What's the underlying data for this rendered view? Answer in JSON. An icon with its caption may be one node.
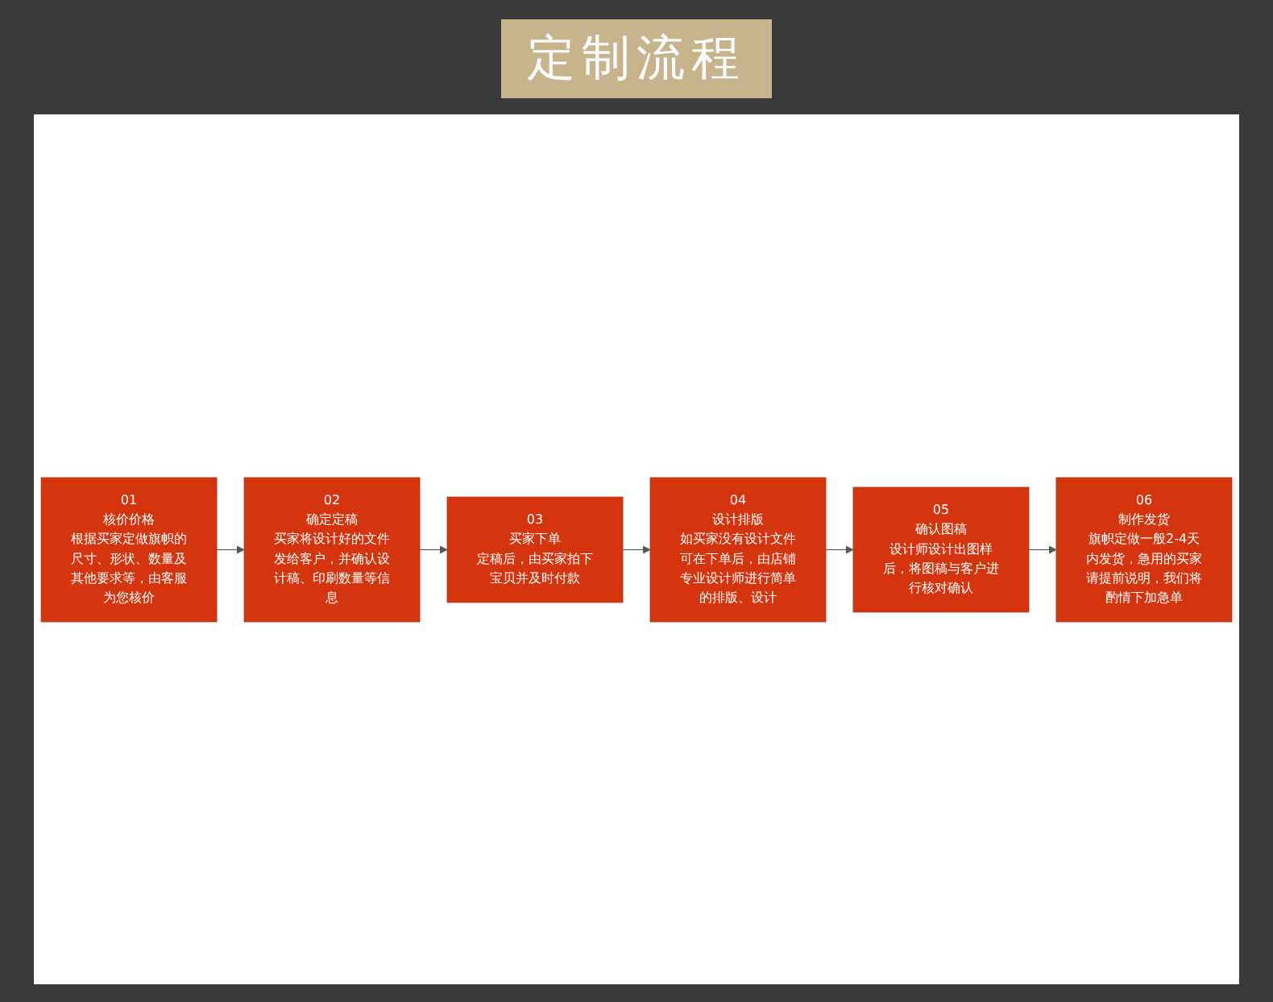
{
  "diagram": {
    "title": "定制流程",
    "nodes": [
      {
        "text": [
          "01",
          "核价价格",
          "根据买家定做旗帜的尺寸、形状、数量及其他要求等，由客服为您核价"
        ]
      },
      {
        "text": [
          "02",
          "确定定稿",
          "买家将设计好的文件发给客户，并确认设计稿、印刷数量等信息"
        ]
      },
      {
        "text": [
          "03",
          "买家下单",
          "定稿后，由买家拍下宝贝并及时付款"
        ]
      },
      {
        "text": [
          "04",
          "设计排版",
          "如买家没有设计文件可在下单后，由店铺专业设计师进行简单的排版、设计"
        ]
      },
      {
        "text": [
          "05",
          "确认图稿",
          "设计师设计出图样后，将图稿与客户进行核对确认"
        ]
      },
      {
        "text": [
          "06",
          "制作发货",
          "旗帜定做一般2-4天内发货，急用的买家请提前说明，我们将酌情下加急单"
        ]
      }
    ],
    "edges": [
      {
        "from": 0,
        "to": 1,
        "arrow": "to"
      },
      {
        "from": 1,
        "to": 2,
        "arrow": "to"
      },
      {
        "from": 2,
        "to": 3,
        "arrow": "to"
      },
      {
        "from": 3,
        "to": 4,
        "arrow": "to"
      },
      {
        "from": 4,
        "to": 5,
        "arrow": "to"
      }
    ]
  }
}
